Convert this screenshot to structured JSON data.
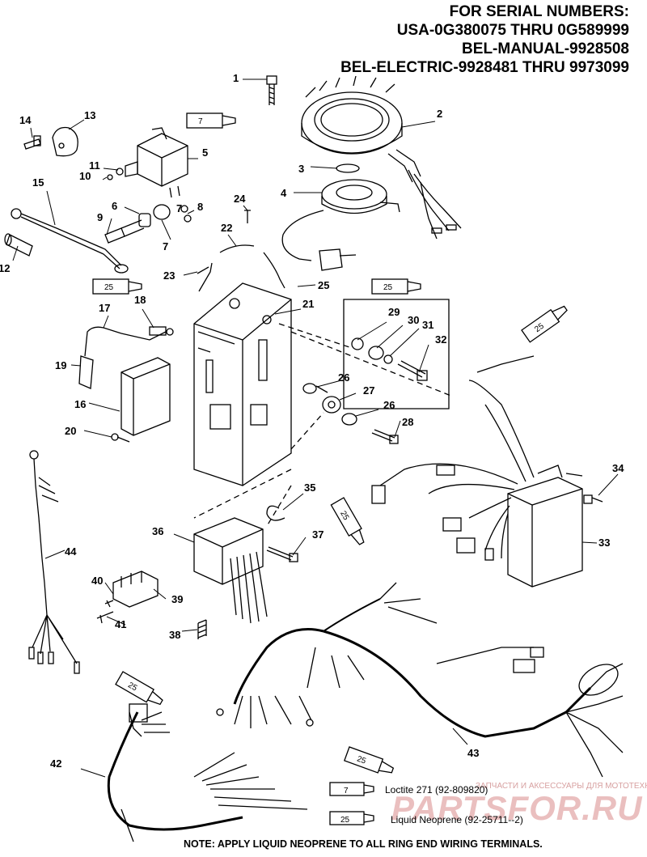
{
  "header": {
    "line1": "FOR SERIAL NUMBERS:",
    "line2": "USA-0G380075 THRU 0G589999",
    "line3": "BEL-MANUAL-9928508",
    "line4": "BEL-ELECTRIC-9928481 THRU 9973099"
  },
  "callouts": [
    {
      "n": "1"
    },
    {
      "n": "2"
    },
    {
      "n": "3"
    },
    {
      "n": "4"
    },
    {
      "n": "5"
    },
    {
      "n": "6"
    },
    {
      "n": "7"
    },
    {
      "n": "7"
    },
    {
      "n": "8"
    },
    {
      "n": "9"
    },
    {
      "n": "10"
    },
    {
      "n": "11"
    },
    {
      "n": "12"
    },
    {
      "n": "13"
    },
    {
      "n": "14"
    },
    {
      "n": "15"
    },
    {
      "n": "16"
    },
    {
      "n": "17"
    },
    {
      "n": "18"
    },
    {
      "n": "19"
    },
    {
      "n": "20"
    },
    {
      "n": "21"
    },
    {
      "n": "22"
    },
    {
      "n": "23"
    },
    {
      "n": "24"
    },
    {
      "n": "25"
    },
    {
      "n": "26"
    },
    {
      "n": "26"
    },
    {
      "n": "27"
    },
    {
      "n": "28"
    },
    {
      "n": "29"
    },
    {
      "n": "30"
    },
    {
      "n": "31"
    },
    {
      "n": "32"
    },
    {
      "n": "33"
    },
    {
      "n": "34"
    },
    {
      "n": "35"
    },
    {
      "n": "36"
    },
    {
      "n": "37"
    },
    {
      "n": "38"
    },
    {
      "n": "39"
    },
    {
      "n": "40"
    },
    {
      "n": "41"
    },
    {
      "n": "42"
    },
    {
      "n": "43"
    },
    {
      "n": "44"
    }
  ],
  "tubes": [
    {
      "code": "7"
    },
    {
      "code": "25"
    },
    {
      "code": "25"
    },
    {
      "code": "25"
    },
    {
      "code": "25"
    },
    {
      "code": "25"
    },
    {
      "code": "25"
    }
  ],
  "legend": [
    {
      "code": "7",
      "text": "Loctite 271 (92-809820)"
    },
    {
      "code": "25",
      "text": "Liquid Neoprene (92-25711--2)"
    }
  ],
  "watermark": {
    "text": "PARTSFOR.RU",
    "subtext": "ЗАПЧАСТИ И АКСЕССУАРЫ ДЛЯ МОТОТЕХНИКИ"
  },
  "note": "NOTE: APPLY LIQUID NEOPRENE TO ALL RING END WIRING TERMINALS.",
  "colors": {
    "ink": "#000000",
    "background": "#ffffff",
    "watermark": "#e7b5b5"
  }
}
